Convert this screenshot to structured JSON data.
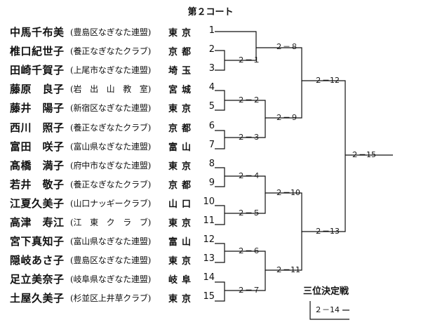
{
  "title": "第２コート",
  "players": [
    {
      "name": "中馬千布美",
      "club": "(豊島区なぎなた連盟)",
      "pref": "東京",
      "num": "1"
    },
    {
      "name": "椎口紀世子",
      "club": "(養正なぎなたクラブ)",
      "pref": "京都",
      "num": "2"
    },
    {
      "name": "田崎千賀子",
      "club": "(上尾市なぎなた連盟)",
      "pref": "埼玉",
      "num": "3"
    },
    {
      "name": "藤原　良子",
      "club": "(岩　出　山　教　室)",
      "pref": "宮城",
      "num": "4"
    },
    {
      "name": "藤井　陽子",
      "club": "(新宿区なぎなた連盟)",
      "pref": "東京",
      "num": "5"
    },
    {
      "name": "西川　照子",
      "club": "(養正なぎなたクラブ)",
      "pref": "京都",
      "num": "6"
    },
    {
      "name": "富田　咲子",
      "club": "(富山県なぎなた連盟)",
      "pref": "富山",
      "num": "7"
    },
    {
      "name": "髙橋　満子",
      "club": "(府中市なぎなた連盟)",
      "pref": "東京",
      "num": "8"
    },
    {
      "name": "若井　敬子",
      "club": "(養正なぎなたクラブ)",
      "pref": "京都",
      "num": "9"
    },
    {
      "name": "江夏久美子",
      "club": "(山口ナッギークラブ)",
      "pref": "山口",
      "num": "10"
    },
    {
      "name": "高津　寿江",
      "club": "(江　東　ク　ラ　ブ)",
      "pref": "東京",
      "num": "11"
    },
    {
      "name": "宮下真知子",
      "club": "(富山県なぎなた連盟)",
      "pref": "富山",
      "num": "12"
    },
    {
      "name": "隠岐あさ子",
      "club": "(豊島区なぎなた連盟)",
      "pref": "東京",
      "num": "13"
    },
    {
      "name": "足立美奈子",
      "club": "(岐阜県なぎなた連盟)",
      "pref": "岐阜",
      "num": "14"
    },
    {
      "name": "土屋久美子",
      "club": "(杉並区上井草クラブ)",
      "pref": "東京",
      "num": "15"
    }
  ],
  "matches": {
    "m1": "２－１",
    "m2": "２－２",
    "m3": "２－３",
    "m4": "２－４",
    "m5": "２－５",
    "m6": "２－６",
    "m7": "２－７",
    "m8": "２－８",
    "m9": "２－９",
    "m10": "２－10",
    "m11": "２－11",
    "m12": "２－12",
    "m13": "２－13",
    "m14": "２－14",
    "m15": "２－15"
  },
  "third_place_title": "三位決定戦"
}
